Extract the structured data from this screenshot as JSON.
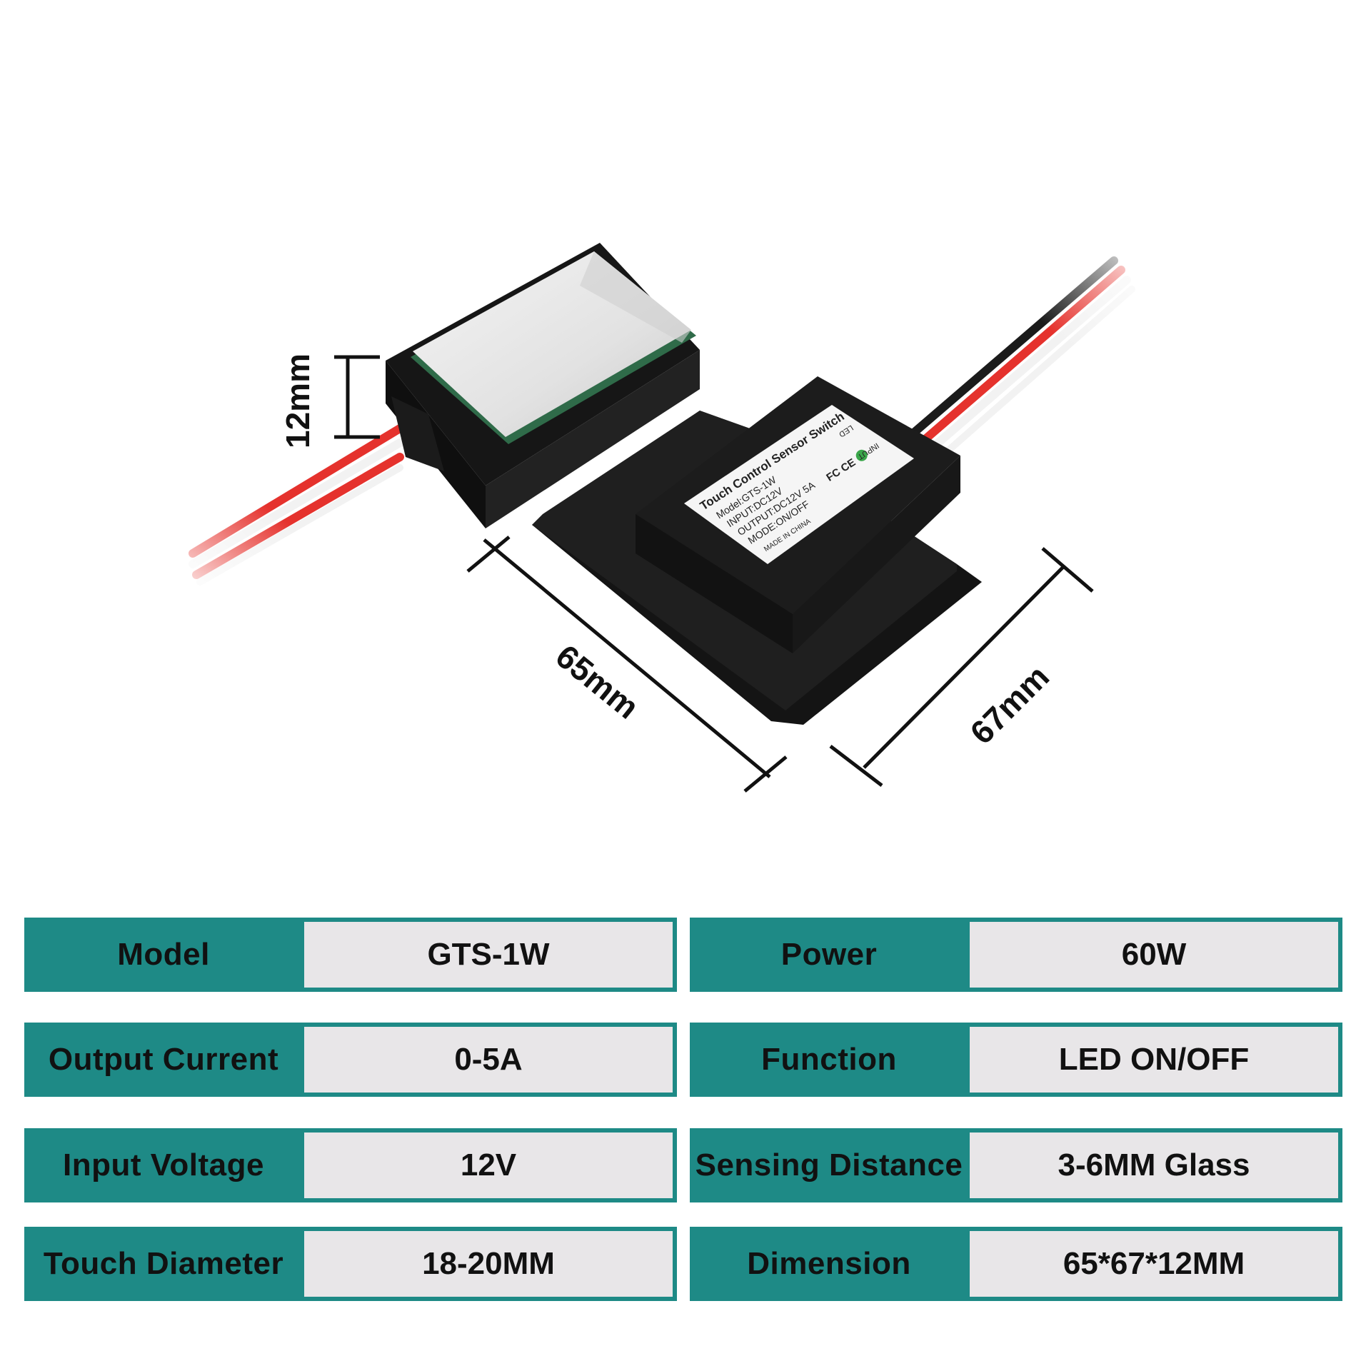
{
  "product_label": {
    "title": "Touch Control Sensor Switch",
    "model": "Model:GTS-1W",
    "input": "INPUT:DC12V",
    "output": "OUTPUT:DC12V 5A",
    "mode": "MODE:ON/OFF",
    "origin": "MADE IN CHINA",
    "led_mark": "LED",
    "input_mark": "INPUT",
    "cert_marks": "FC CE"
  },
  "dimensions": {
    "height": "12mm",
    "length": "65mm",
    "width": "67mm"
  },
  "specs": {
    "left": [
      {
        "label": "Model",
        "value": "GTS-1W"
      },
      {
        "label": "Output Current",
        "value": "0-5A"
      },
      {
        "label": "Input Voltage",
        "value": "12V"
      },
      {
        "label": "Touch Diameter",
        "value": "18-20MM"
      }
    ],
    "right": [
      {
        "label": "Power",
        "value": "60W"
      },
      {
        "label": "Function",
        "value": "LED ON/OFF"
      },
      {
        "label": "Sensing Distance",
        "value": "3-6MM Glass"
      },
      {
        "label": "Dimension",
        "value": "65*67*12MM"
      }
    ]
  },
  "colors": {
    "teal": "#1e8a86",
    "cell_bg": "#e8e6e8",
    "housing": "#1b1b1b",
    "wire_red": "#e5322d",
    "wire_white": "#f2f2f2"
  }
}
